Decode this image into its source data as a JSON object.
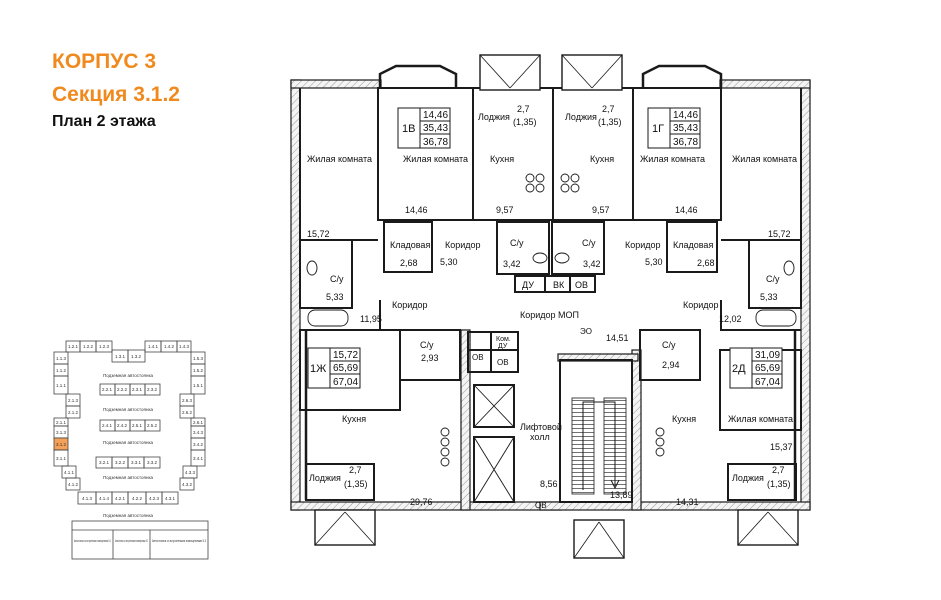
{
  "header": {
    "building": "КОРПУС 3",
    "section": "Секция 3.1.2",
    "floor_plan": "План 2 этажа"
  },
  "colors": {
    "accent": "#f08a1e",
    "wall": "#1a1a1a",
    "wall_fill": "#bdbdbd",
    "highlight": "#f4a259"
  },
  "apartments": {
    "a1v": {
      "code": "1В",
      "living": "14,46",
      "total": "35,43",
      "full": "36,78"
    },
    "a1g": {
      "code": "1Г",
      "living": "14,46",
      "total": "35,43",
      "full": "36,78"
    },
    "a1zh": {
      "code": "1Ж",
      "living": "15,72",
      "total": "65,69",
      "full": "67,04"
    },
    "a2d": {
      "code": "2Д",
      "living": "31,09",
      "total": "65,69",
      "full": "67,04"
    }
  },
  "rooms": {
    "living_left_outer": "Жилая комната",
    "living_left_inner": "Жилая комната",
    "living_right_inner": "Жилая комната",
    "living_right_outer": "Жилая комната",
    "living_bottom_right": "Жилая комната",
    "kitchen_top_left": "Кухня",
    "kitchen_top_right": "Кухня",
    "kitchen_bottom_left": "Кухня",
    "kitchen_bottom_right": "Кухня",
    "loggia_top_left": "Лоджия",
    "loggia_top_right": "Лоджия",
    "loggia_bottom_left": "Лоджия",
    "loggia_bottom_right": "Лоджия",
    "storage_left": "Кладовая",
    "storage_right": "Кладовая",
    "corridor_top_left": "Коридор",
    "corridor_top_right": "Коридор",
    "corridor_mid_left": "Коридор",
    "corridor_mid_right": "Коридор",
    "corridor_mop": "Коридор МОП",
    "bath_1": "С/у",
    "bath_2": "С/у",
    "bath_3": "С/у",
    "bath_4": "С/у",
    "bath_5": "С/у",
    "bath_6": "С/у",
    "lift_hall_1": "Лифтовой",
    "lift_hall_2": "холл",
    "du": "ДУ",
    "vk": "ВК",
    "ov_top": "ОВ",
    "ov_mid_1": "ОВ",
    "ov_mid_2": "ОВ",
    "ov_bottom": "ОВ",
    "kom_1": "Ком.",
    "kom_2": "ДУ",
    "eo": "ЭО"
  },
  "areas": {
    "living_left_outer": "15,72",
    "living_left_inner": "14,46",
    "living_right_inner": "14,46",
    "living_right_outer": "15,72",
    "kitchen_top_left": "9,57",
    "kitchen_top_right": "9,57",
    "loggia_top_left": "2,7",
    "loggia_top_left_r": "(1,35)",
    "loggia_top_right": "2,7",
    "loggia_top_right_r": "(1,35)",
    "storage_left": "2,68",
    "storage_right": "2,68",
    "corridor_top_left": "5,30",
    "corridor_top_right": "5,30",
    "bath_top_left": "3,42",
    "bath_top_right": "3,42",
    "bath_left": "5,33",
    "bath_right": "5,33",
    "corridor_mid_left": "11,95",
    "corridor_mid_right": "12,02",
    "bath_mid_left": "2,93",
    "bath_mid_right": "2,94",
    "mop": "14,51",
    "kitchen_bottom_left": "29,76",
    "living_bottom_right": "15,37",
    "lift_hall": "8,56",
    "stairs": "13,89",
    "kitchen_bottom_right": "14,31",
    "loggia_bottom_left": "2,7",
    "loggia_bottom_left_r": "(1,35)",
    "loggia_bottom_right": "2,7",
    "loggia_bottom_right_r": "(1,35)"
  },
  "keyplan": {
    "top_row": [
      "1.2.1",
      "1.2.2",
      "1.2.3",
      "1.4.1",
      "1.4.2",
      "1.4.3"
    ],
    "top_inner": [
      "1.3.1",
      "1.3.2"
    ],
    "left_col": [
      "1.1.3",
      "1.1.2",
      "1.1.1",
      "2.1.3",
      "2.1.2",
      "2.1.1",
      "3.1.3",
      "3.1.2",
      "3.1.1",
      "4.1.1",
      "4.1.2"
    ],
    "right_col": [
      "1.5.3",
      "1.5.2",
      "1.5.1",
      "2.6.3",
      "2.6.2",
      "2.6.1",
      "3.4.3",
      "3.4.2",
      "3.4.1",
      "4.3.3",
      "4.3.2"
    ],
    "bottom_row": [
      "4.1.3",
      "4.1.4",
      "4.2.1",
      "4.2.2",
      "4.2.3",
      "4.3.1"
    ],
    "row_a": [
      "2.2.1",
      "2.2.2",
      "2.3.1",
      "2.3.2"
    ],
    "row_b": [
      "2.4.1",
      "2.4.2",
      "2.5.1",
      "2.5.2"
    ],
    "row_c": [
      "3.2.1",
      "3.2.2",
      "3.3.1",
      "3.3.2"
    ],
    "highlight": "3.1.2",
    "parking": "Подземная автостоянка",
    "legend": [
      "Автостоянка со встроенными помещениями 5.1",
      "Автостоянка со встроенными помещениями 5.2",
      "Автостоянка со встроенными помещениями 5.3"
    ]
  }
}
